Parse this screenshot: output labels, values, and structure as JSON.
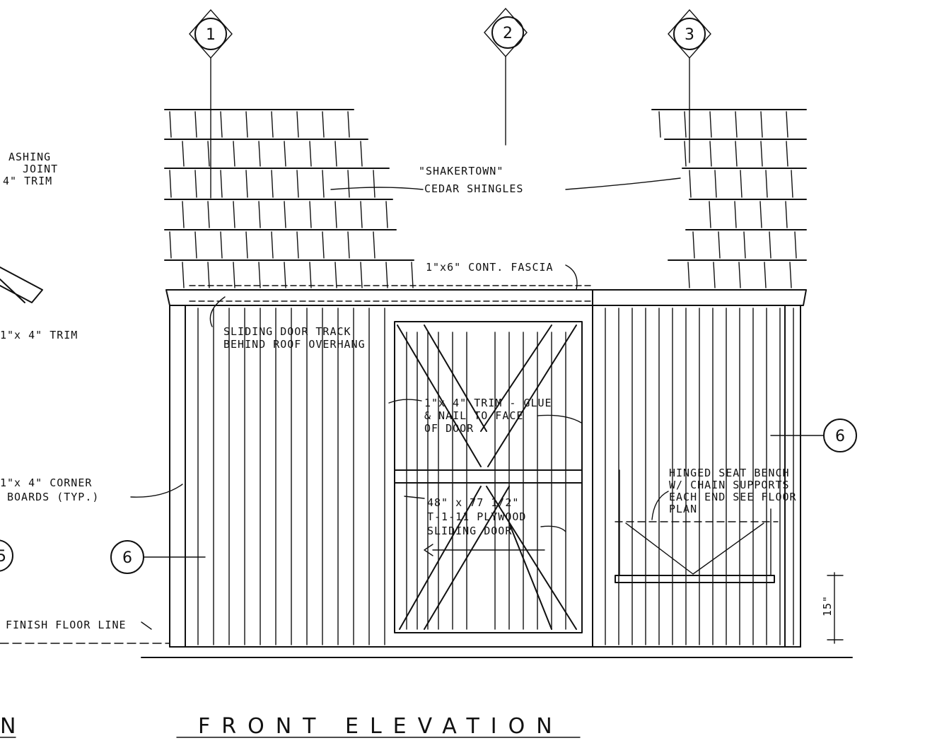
{
  "grid_markers": {
    "top": [
      "1",
      "2",
      "3"
    ],
    "left": "6",
    "right": "6",
    "partial_left": "5"
  },
  "notes": {
    "shingles": [
      "\"SHAKERTOWN\"",
      "CEDAR SHINGLES"
    ],
    "fascia": "1\"x6\" CONT. FASCIA",
    "door_track": [
      "SLIDING DOOR TRACK",
      "BEHIND ROOF OVERHANG"
    ],
    "door_trim": [
      "1\"x 4\" TRIM - GLUE",
      "& NAIL TO FACE",
      "OF DOOR"
    ],
    "door": [
      "48\" x 77 1/2\"",
      "T-1-11 PLYWOOD",
      "SLIDING DOOR"
    ],
    "bench": [
      "HINGED SEAT BENCH",
      "W/ CHAIN SUPPORTS",
      "EACH END SEE FLOOR",
      "PLAN"
    ],
    "bench_height": "15\"",
    "corner_boards": [
      "1\"x 4\" CORNER",
      "BOARDS (TYP.)"
    ],
    "finish_floor": "FINISH FLOOR LINE",
    "left_cut_flashing": [
      "ASHING",
      "JOINT",
      "4\" TRIM"
    ],
    "left_cut_trim": "1\"x 4\" TRIM"
  },
  "title": "FRONT ELEVATION",
  "left_cut_title": "N"
}
